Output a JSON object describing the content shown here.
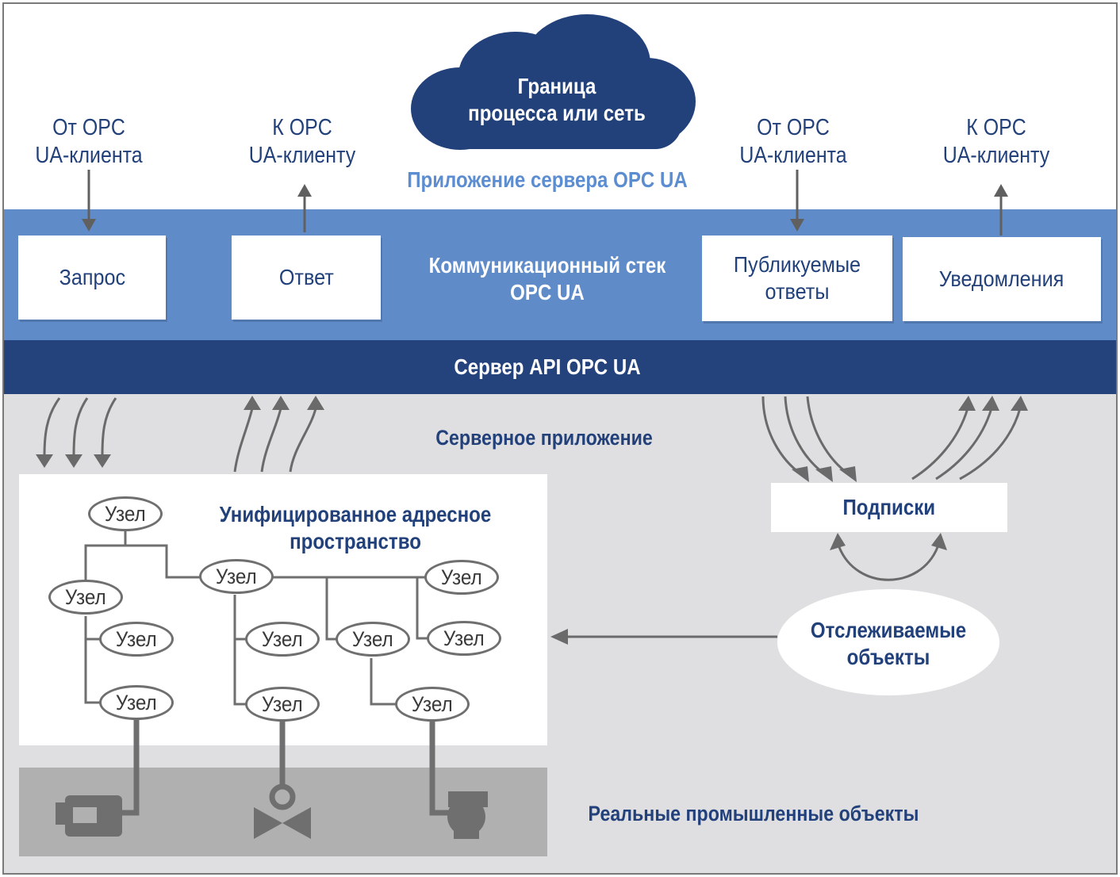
{
  "cloud": {
    "line1": "Граница",
    "line2": "процесса или сеть"
  },
  "app_title": "Приложение сервера OPC UA",
  "clients": {
    "from_client_1": {
      "line1": "От OPC",
      "line2": "UA-клиента"
    },
    "to_client_1": {
      "line1": "К OPC",
      "line2": "UA-клиенту"
    },
    "from_client_2": {
      "line1": "От OPC",
      "line2": "UA-клиента"
    },
    "to_client_2": {
      "line1": "К OPC",
      "line2": "UA-клиенту"
    }
  },
  "stack": {
    "title_line1": "Коммуникационный стек",
    "title_line2": "OPC UA",
    "request": "Запрос",
    "response": "Ответ",
    "published_line1": "Публикуемые",
    "published_line2": "ответы",
    "notifications": "Уведомления"
  },
  "api_server": "Сервер API OPC UA",
  "server_app": "Серверное приложение",
  "address_space": {
    "line1": "Унифицированное адресное",
    "line2": "пространство",
    "node_label": "Узел"
  },
  "subscriptions": "Подписки",
  "monitored": {
    "line1": "Отслеживаемые",
    "line2": "объекты"
  },
  "real_objects": "Реальные промышленные объекты",
  "colors": {
    "dark_blue": "#22417a",
    "mid_blue": "#5f8bc8",
    "light_gray": "#dfdfe2",
    "object_gray": "#b0b0b0"
  }
}
